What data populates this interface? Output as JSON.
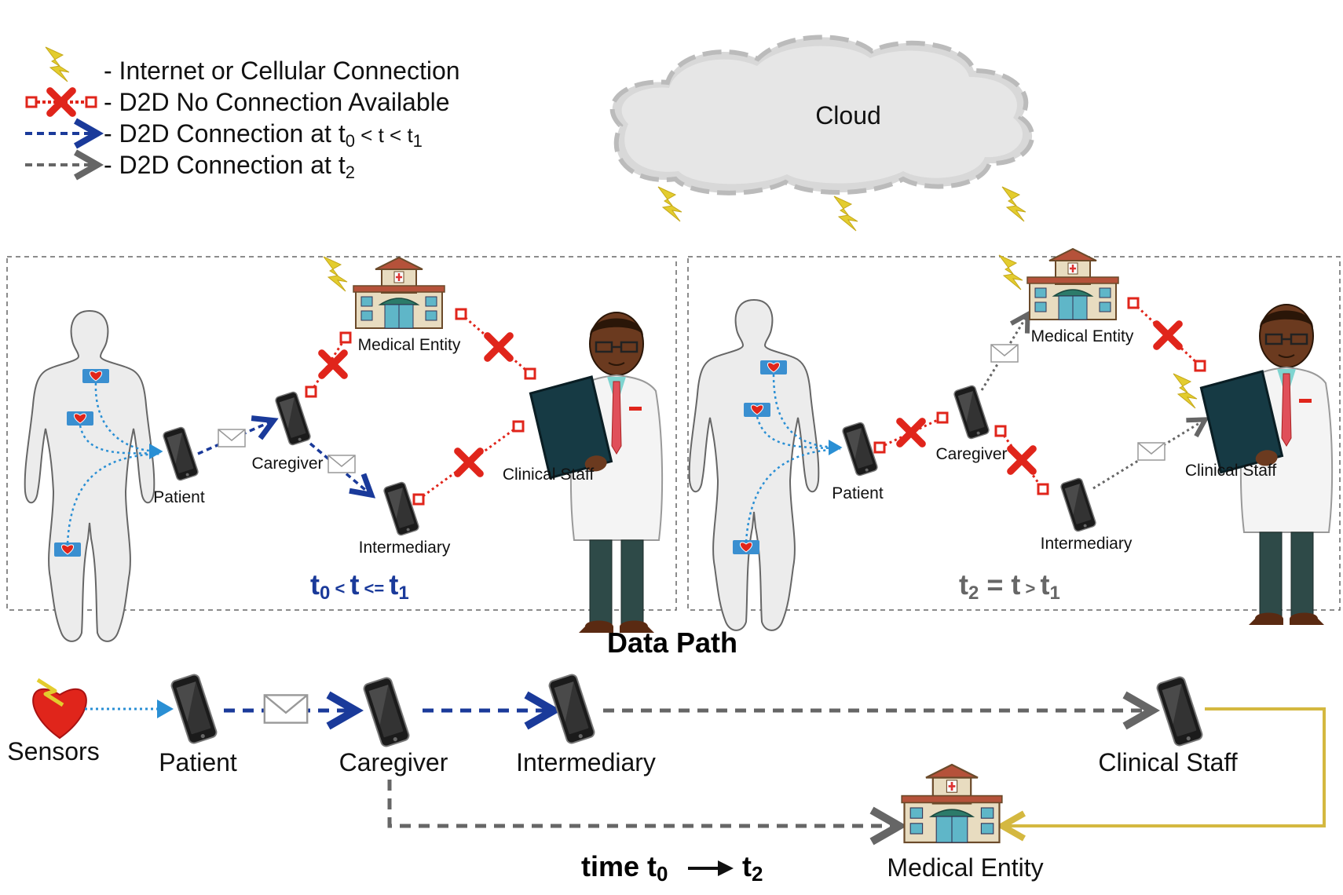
{
  "legend": {
    "internet": "-  Internet or Cellular Connection",
    "no_conn": "-  D2D No Connection Available",
    "conn_t01_prefix": "-  D2D Connection at t",
    "conn_t01_sub0": "0",
    "conn_t01_mid": " < t < t",
    "conn_t01_sub1": "1",
    "conn_t2_prefix": "-  D2D Connection at t",
    "conn_t2_sub": "2"
  },
  "cloud": {
    "label": "Cloud"
  },
  "panel_left": {
    "medical_entity": "Medical Entity",
    "caregiver": "Caregiver",
    "patient": "Patient",
    "intermediary": "Intermediary",
    "clinical_staff": "Clinical Staff",
    "time": {
      "t0": "t",
      "s0": "0",
      "lt": " < ",
      "t": "t",
      "le": " <= ",
      "t1": "t",
      "s1": "1"
    }
  },
  "panel_right": {
    "medical_entity": "Medical Entity",
    "caregiver": "Caregiver",
    "patient": "Patient",
    "intermediary": "Intermediary",
    "clinical_staff": "Clinical Staff",
    "time": {
      "t2": "t",
      "s2": "2",
      "eq": " = ",
      "t": "t",
      "gt": " > ",
      "t1": "t",
      "s1": "1"
    }
  },
  "data_path": {
    "title": "Data Path",
    "sensors": "Sensors",
    "patient": "Patient",
    "caregiver": "Caregiver",
    "intermediary": "Intermediary",
    "clinical_staff": "Clinical Staff",
    "medical_entity": "Medical Entity",
    "time_label": "time t",
    "time_s0": "0",
    "time_end": "t",
    "time_s2": "2"
  },
  "colors": {
    "blue": "#1a3a9a",
    "gray": "#666666",
    "red": "#e0251b",
    "lightning": "#e3cc2e",
    "gold_line": "#d4b840",
    "sensor_dotted": "#2a8fd4"
  }
}
